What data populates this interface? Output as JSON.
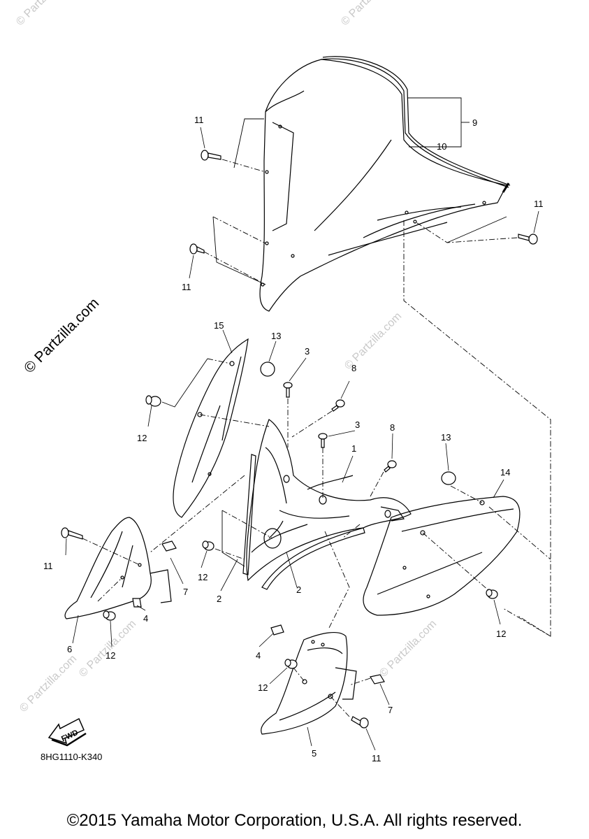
{
  "diagram": {
    "callouts": [
      "1",
      "2",
      "3",
      "4",
      "5",
      "6",
      "7",
      "8",
      "9",
      "10",
      "11",
      "12",
      "13",
      "14",
      "15"
    ],
    "fwd_label": "FWD",
    "reference_code": "8HG1110-K340"
  },
  "watermark": {
    "main": "© Partzilla.com",
    "faint": "© Partzilla.com"
  },
  "footer": {
    "copyright": "©2015 Yamaha Motor Corporation, U.S.A. All rights reserved."
  }
}
